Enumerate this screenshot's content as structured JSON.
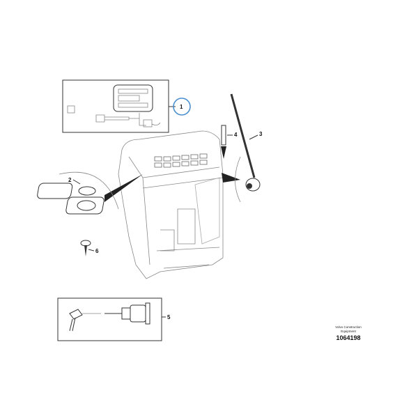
{
  "callouts": {
    "c1": "1",
    "c2": "2",
    "c3": "3",
    "c4": "4",
    "c5": "5",
    "c6": "6"
  },
  "caption": {
    "line1": "Volvo Construction",
    "line2": "Equipment",
    "number": "1064198"
  },
  "colors": {
    "highlight": "#4a8fd0",
    "lines": "#333333"
  }
}
